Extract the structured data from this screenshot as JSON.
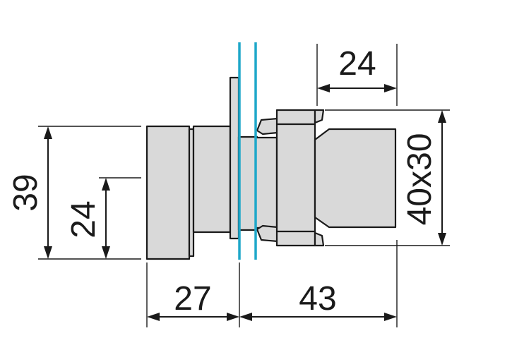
{
  "diagram": {
    "accent_color": "#1ea7c9",
    "dimensions": {
      "height_outer": "39",
      "height_inner": "24",
      "front_depth": "27",
      "rear_depth": "43",
      "body_width": "24",
      "body_section": "40x30"
    }
  }
}
